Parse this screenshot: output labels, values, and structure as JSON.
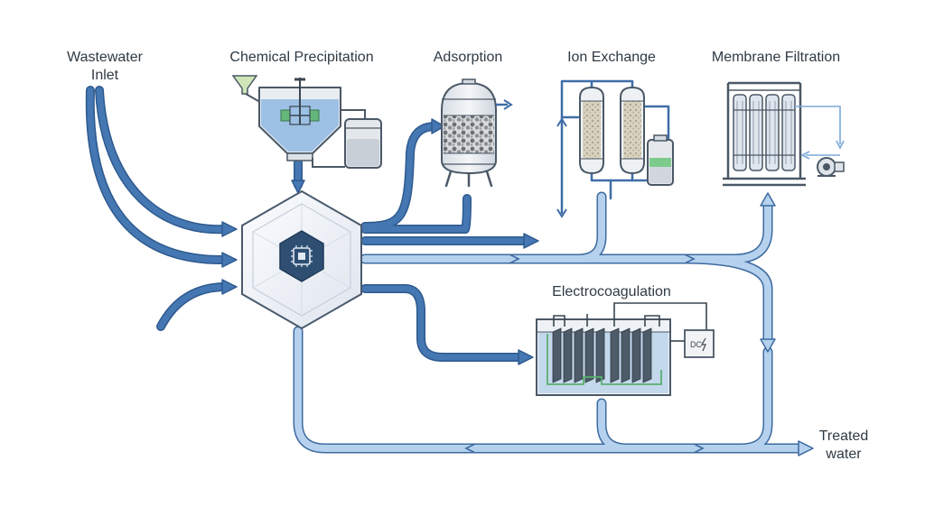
{
  "labels": {
    "inlet_line1": "Wastewater",
    "inlet_line2": "Inlet",
    "chemical_precipitation": "Chemical Precipitation",
    "adsorption": "Adsorption",
    "ion_exchange": "Ion Exchange",
    "membrane_filtration": "Membrane Filtration",
    "electrocoagulation": "Electrocoagulation",
    "outlet_line1": "Treated",
    "outlet_line2": "water",
    "dc_supply": "DC"
  },
  "icons": {
    "controller": "chip-icon",
    "power": "lightning-icon"
  },
  "colors": {
    "dark_pipe": "#3f6ea8",
    "light_pipe": "#a9c8e6",
    "pipe_outline": "#3d6ba0",
    "water": "#8fb8e3",
    "equipment_gray": "#e4e8ec",
    "equipment_stroke": "#4b5866",
    "electrode": "#4e5b68",
    "accent_green": "#58b06e",
    "text": "#2f3a44"
  }
}
